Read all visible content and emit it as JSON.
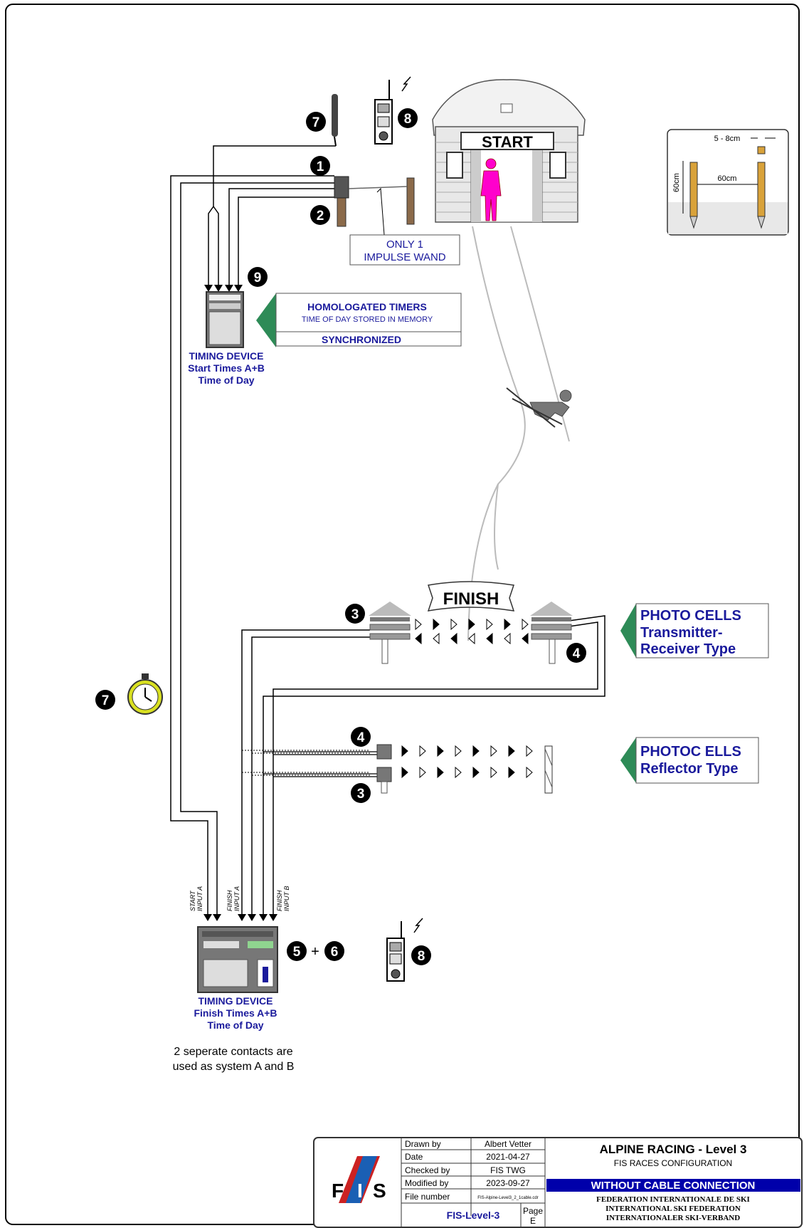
{
  "start_hut": {
    "label": "START"
  },
  "finish_banner": {
    "label": "FINISH"
  },
  "markers": {
    "one": "1",
    "two": "2",
    "three": "3",
    "four": "4",
    "five": "5",
    "six": "6",
    "seven": "7",
    "eight": "8",
    "nine": "9",
    "plus": "+"
  },
  "impulse_wand": {
    "line1": "ONLY 1",
    "line2": "IMPULSE WAND"
  },
  "homologated": {
    "title": "HOMOLOGATED TIMERS",
    "subtitle": "TIME OF DAY STORED IN MEMORY",
    "sync": "SYNCHRONIZED"
  },
  "timing_start": {
    "line1": "TIMING DEVICE",
    "line2": "Start Times A+B",
    "line3": "Time of Day"
  },
  "timing_finish": {
    "line1": "TIMING DEVICE",
    "line2": "Finish Times A+B",
    "line3": "Time of Day"
  },
  "inputs": {
    "start_a_1": "START",
    "start_a_2": "INPUT A",
    "finish_a_1": "FINISH",
    "finish_a_2": "INPUT A",
    "finish_b_1": "FINISH",
    "finish_b_2": "INPUT B"
  },
  "photo_cells_tr": {
    "line1": "PHOTO CELLS",
    "line2": "Transmitter-",
    "line3": "Receiver Type"
  },
  "photo_cells_ref": {
    "line1": "PHOTOC ELLS",
    "line2": "Reflector Type"
  },
  "wand_detail": {
    "gap": "5 - 8cm",
    "height": "60cm",
    "width": "60cm"
  },
  "note": {
    "line1": "2 seperate contacts are",
    "line2": "used as system A and B"
  },
  "title_block": {
    "logo_f": "F",
    "logo_i": "I",
    "logo_s": "S",
    "drawn_by_label": "Drawn by",
    "drawn_by": "Albert Vetter",
    "date_label": "Date",
    "date": "2021-04-27",
    "checked_by_label": "Checked by",
    "checked_by": "FIS TWG",
    "modified_by_label": "Modified by",
    "modified_by": "2023-09-27",
    "file_number_label": "File number",
    "file_number": "FIS-Alpine-Level3_2_1cable.cdr",
    "level": "FIS-Level-3",
    "page_label": "Page",
    "page": "E",
    "title": "ALPINE RACING - Level 3",
    "subtitle": "FIS RACES CONFIGURATION",
    "banner": "WITHOUT CABLE CONNECTION",
    "fed_fr": "FEDERATION INTERNATIONALE DE SKI",
    "fed_en": "INTERNATIONAL SKI FEDERATION",
    "fed_de": "INTERNATIONALER SKI-VERBAND"
  },
  "colors": {
    "navy": "#1a1a9c",
    "green": "#2e8b57",
    "magenta": "#ff00cc",
    "wood": "#8b6a4a",
    "banner": "#0000aa",
    "stopwatch": "#d9e021"
  }
}
